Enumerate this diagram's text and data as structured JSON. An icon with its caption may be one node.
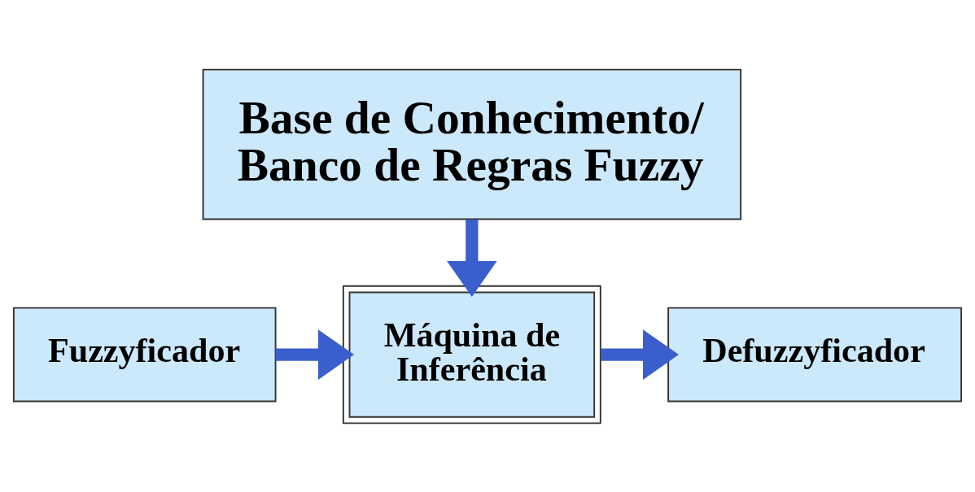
{
  "diagram": {
    "nodes": [
      {
        "text": [
          "Base de Conhecimento/ Banco de Regras Fuzzy"
        ]
      },
      {
        "text": [
          "Fuzzyficador"
        ]
      },
      {
        "text": [
          "Máquina de Inferência"
        ]
      },
      {
        "text": [
          "Defuzzyficador"
        ]
      }
    ],
    "edges": [
      {
        "from": 0,
        "to": 2,
        "arrow": "to"
      },
      {
        "from": 1,
        "to": 2,
        "arrow": "to"
      },
      {
        "from": 2,
        "to": 3,
        "arrow": "to"
      }
    ]
  }
}
